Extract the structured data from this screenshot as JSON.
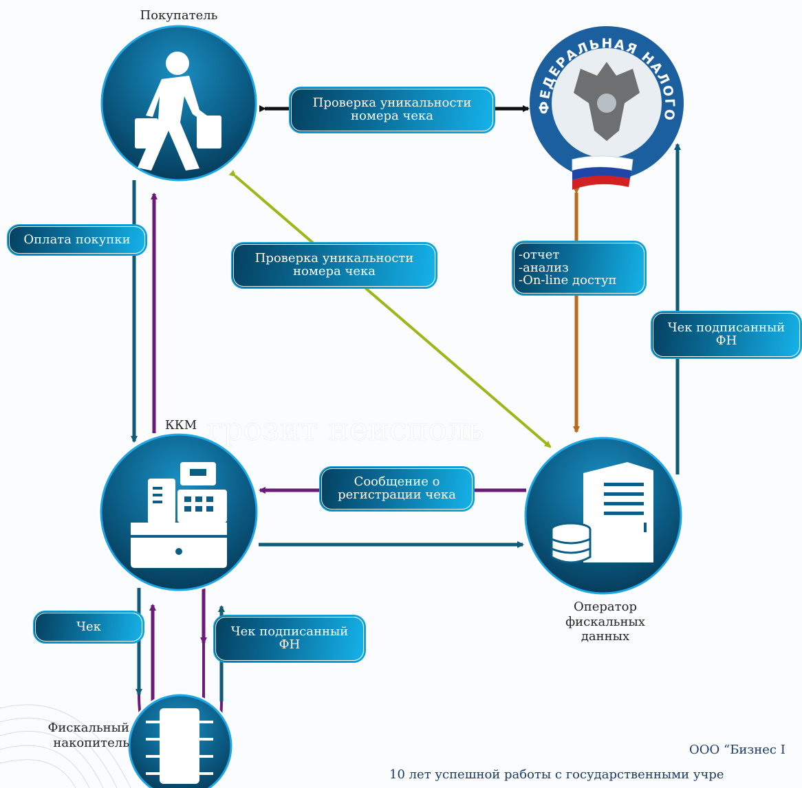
{
  "nodes": {
    "buyer": "Покупатель",
    "kkm": "ККМ",
    "fiscal_storage": [
      "Фискальный",
      "накопитель"
    ],
    "ofd": [
      "Оператор",
      "фискальных",
      "данных"
    ],
    "fns_emblem_text": "ФЕДЕРАЛЬНАЯ НАЛОГОВАЯ СЛУЖБА"
  },
  "labels": {
    "check_top": [
      "Проверка уникальности",
      "номера чека"
    ],
    "check_diag": [
      "Проверка уникальности",
      "номера чека"
    ],
    "payment": "Оплата покупки",
    "report": [
      "-отчет",
      "-анализ",
      "-On-line доступ"
    ],
    "signed_right": [
      "Чек подписанный",
      "ФН"
    ],
    "registration_msg": [
      "Сообщение о",
      "регистрации чека"
    ],
    "receipt": "Чек",
    "signed_bottom": [
      "Чек подписанный",
      "ФН"
    ]
  },
  "watermark": "грозит неисполь",
  "footer": {
    "company": "ООО “Бизнес I",
    "slogan": "10 лет успешной работы с государственными учре"
  },
  "colors": {
    "navy_arrow": "#0f5a78",
    "purple_arrow": "#6a1b78",
    "olive_arrow": "#9fb51a",
    "orange_arrow": "#b86a1c",
    "black_arrow": "#111111",
    "circle_fill": "#0b5d86",
    "circle_ring": "#1da7e6"
  },
  "icons": [
    "shopper-icon",
    "fns-emblem-icon",
    "cash-register-icon",
    "server-database-icon",
    "chip-icon"
  ]
}
